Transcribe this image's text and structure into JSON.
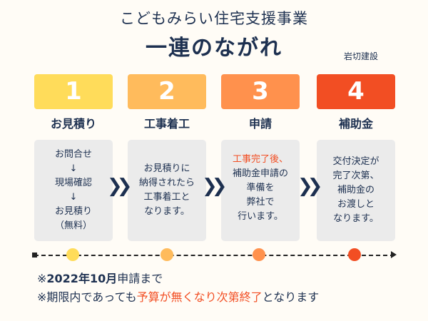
{
  "title": "こどもみらい住宅支援事業",
  "subtitle": "一連のながれ",
  "company": "岩切建設",
  "colors": {
    "step1": "#ffdc5a",
    "step2": "#ffbb5c",
    "step3": "#ff914d",
    "step4": "#f24e23",
    "text": "#1d3050",
    "highlight": "#f24e23"
  },
  "steps": [
    {
      "number": "1",
      "label": "お見積り",
      "text": "お問合せ\n↓\n現場確認\n↓\nお見積り\n（無料）"
    },
    {
      "number": "2",
      "label": "工事着工",
      "text": "お見積りに\n納得されたら\n工事着工と\nなります。"
    },
    {
      "number": "3",
      "label": "申請",
      "highlight": "工事完了後、",
      "text": "\n補助金申請の\n準備を\n弊社で\n行います。"
    },
    {
      "number": "4",
      "label": "補助金",
      "text": "交付決定が\n完了次第、\n補助金の\nお渡しと\nなります。"
    }
  ],
  "notes": {
    "line1_prefix": "※",
    "line1_bold": "2022年10月",
    "line1_suffix": "申請まで",
    "line2_prefix": "※期限内であっても",
    "line2_highlight": "予算が無くなり次第終了",
    "line2_suffix": "となります"
  },
  "chevron": "❯❯"
}
